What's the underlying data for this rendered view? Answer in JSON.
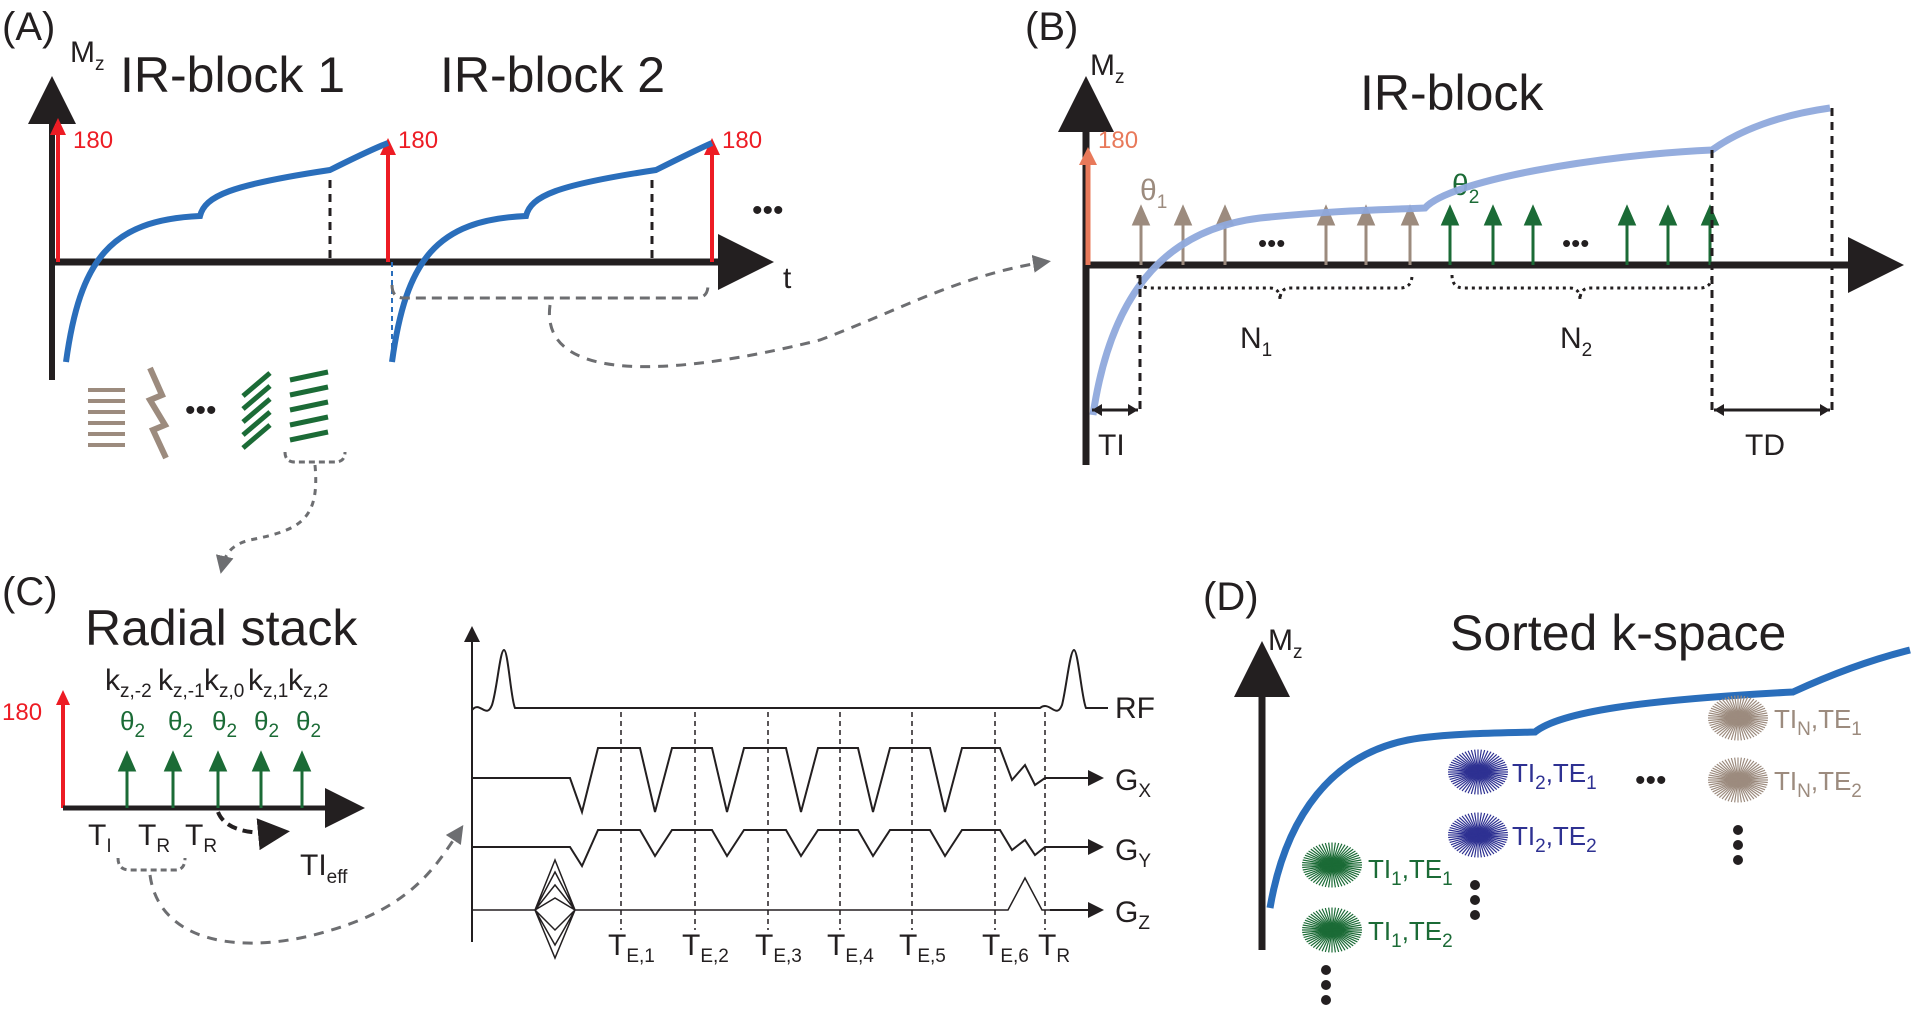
{
  "colors": {
    "axis": "#231f20",
    "red": "#ed1c24",
    "blue": "#2a6ebb",
    "light_blue": "#8fa9dc",
    "brown": "#9c8b7e",
    "green": "#1b6b36",
    "purple": "#2e3192",
    "salmon": "#e8795a",
    "gray": "#6d6e71"
  },
  "panelA": {
    "letter": "(A)",
    "block1_title": "IR-block 1",
    "block2_title": "IR-block 2",
    "mz": "M",
    "mz_sub": "z",
    "t_label": "t",
    "pulse1": "180",
    "pulse2": "180",
    "ellipsis": "•••"
  },
  "panelB": {
    "letter": "(B)",
    "title": "IR-block",
    "mz": "M",
    "mz_sub": "z",
    "pulse": "180",
    "theta1": "θ",
    "theta1_sub": "1",
    "theta2": "θ",
    "theta2_sub": "2",
    "n1": "N",
    "n1_sub": "1",
    "n2": "N",
    "n2_sub": "2",
    "ti": "TI",
    "td": "TD"
  },
  "panelC": {
    "letter": "(C)",
    "title": "Radial stack",
    "pulse": "180",
    "k": "k",
    "k_subs": [
      "z,-2",
      "z,-1",
      "z,0",
      "z,1",
      "z,2"
    ],
    "theta": "θ",
    "theta_sub": "2",
    "t_i": "T",
    "t_i_sub": "I",
    "t_r": "T",
    "t_r_sub": "R",
    "tieff": "TI",
    "tieff_sub": "eff",
    "rf": "RF",
    "g": "G",
    "gx_sub": "X",
    "gy_sub": "Y",
    "gz_sub": "Z",
    "te": "T",
    "te_subs": [
      "E,1",
      "E,2",
      "E,3",
      "E,4",
      "E,5",
      "E,6"
    ],
    "tr": "T",
    "tr_sub": "R"
  },
  "panelD": {
    "letter": "(D)",
    "title": "Sorted k-space",
    "mz": "M",
    "mz_sub": "z",
    "ti1te1": [
      "TI",
      "1",
      ",TE",
      "1"
    ],
    "ti1te2": [
      "TI",
      "1",
      ",TE",
      "2"
    ],
    "ti2te1": [
      "TI",
      "2",
      ",TE",
      "1"
    ],
    "ti2te2": [
      "TI",
      "2",
      ",TE",
      "2"
    ],
    "tinte1": [
      "TI",
      "N",
      ",TE",
      "1"
    ],
    "tinte2": [
      "TI",
      "N",
      ",TE",
      "2"
    ],
    "ellipsis": "•••"
  }
}
